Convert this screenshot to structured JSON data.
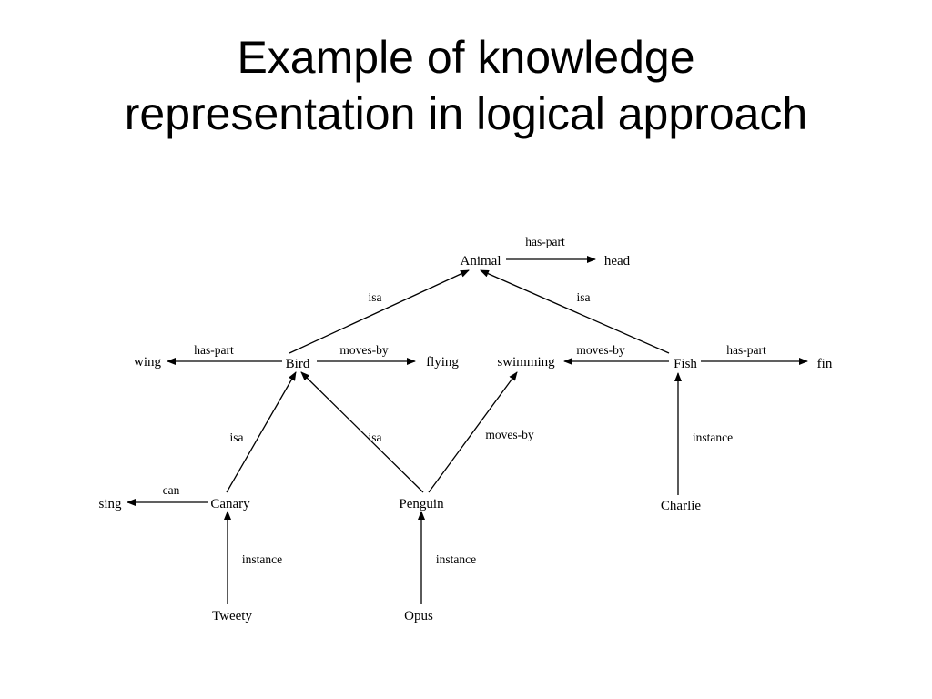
{
  "title": {
    "line1": "Example of knowledge",
    "line2": "representation in logical approach"
  },
  "colors": {
    "ink": "#000000",
    "background": "#ffffff"
  },
  "diagram": {
    "nodes": [
      {
        "id": "animal",
        "label": "Animal"
      },
      {
        "id": "head",
        "label": "head"
      },
      {
        "id": "bird",
        "label": "Bird"
      },
      {
        "id": "wing",
        "label": "wing"
      },
      {
        "id": "flying",
        "label": "flying"
      },
      {
        "id": "swimming",
        "label": "swimming"
      },
      {
        "id": "fish",
        "label": "Fish"
      },
      {
        "id": "fin",
        "label": "fin"
      },
      {
        "id": "canary",
        "label": "Canary"
      },
      {
        "id": "sing",
        "label": "sing"
      },
      {
        "id": "penguin",
        "label": "Penguin"
      },
      {
        "id": "charlie",
        "label": "Charlie"
      },
      {
        "id": "tweety",
        "label": "Tweety"
      },
      {
        "id": "opus",
        "label": "Opus"
      }
    ],
    "edges": [
      {
        "id": "animal-has-part-head",
        "from": "animal",
        "to": "head",
        "label": "has-part"
      },
      {
        "id": "bird-isa-animal",
        "from": "bird",
        "to": "animal",
        "label": "isa"
      },
      {
        "id": "fish-isa-animal",
        "from": "fish",
        "to": "animal",
        "label": "isa"
      },
      {
        "id": "bird-has-part-wing",
        "from": "bird",
        "to": "wing",
        "label": "has-part"
      },
      {
        "id": "bird-moves-by-flying",
        "from": "bird",
        "to": "flying",
        "label": "moves-by"
      },
      {
        "id": "fish-moves-by-swimming",
        "from": "fish",
        "to": "swimming",
        "label": "moves-by"
      },
      {
        "id": "fish-has-part-fin",
        "from": "fish",
        "to": "fin",
        "label": "has-part"
      },
      {
        "id": "canary-isa-bird",
        "from": "canary",
        "to": "bird",
        "label": "isa"
      },
      {
        "id": "penguin-isa-bird",
        "from": "penguin",
        "to": "bird",
        "label": "isa"
      },
      {
        "id": "penguin-moves-by-swimming",
        "from": "penguin",
        "to": "swimming",
        "label": "moves-by"
      },
      {
        "id": "charlie-instance-fish",
        "from": "charlie",
        "to": "fish",
        "label": "instance"
      },
      {
        "id": "canary-can-sing",
        "from": "canary",
        "to": "sing",
        "label": "can"
      },
      {
        "id": "tweety-instance-canary",
        "from": "tweety",
        "to": "canary",
        "label": "instance"
      },
      {
        "id": "opus-instance-penguin",
        "from": "opus",
        "to": "penguin",
        "label": "instance"
      }
    ]
  }
}
